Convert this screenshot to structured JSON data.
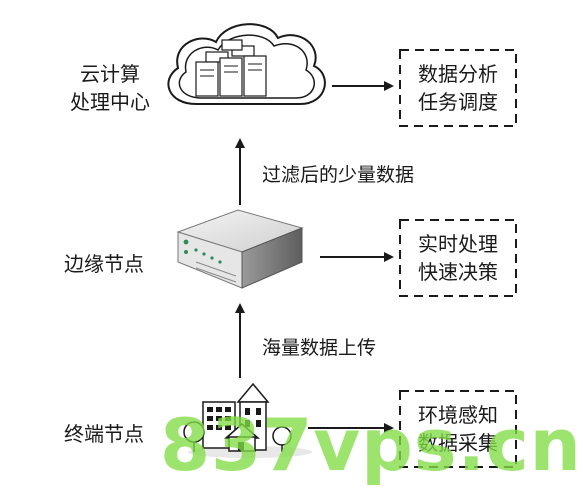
{
  "tiers": [
    {
      "id": "cloud",
      "label_lines": [
        "云计算",
        "处理中心"
      ]
    },
    {
      "id": "edge",
      "label_lines": [
        "边缘节点"
      ]
    },
    {
      "id": "terminal",
      "label_lines": [
        "终端节点"
      ]
    }
  ],
  "flows": [
    {
      "id": "edge-to-cloud",
      "label": "过滤后的少量数据"
    },
    {
      "id": "terminal-to-edge",
      "label": "海量数据上传"
    }
  ],
  "tasks": [
    {
      "id": "cloud-task",
      "lines": [
        "数据分析",
        "任务调度"
      ]
    },
    {
      "id": "edge-task",
      "lines": [
        "实时处理",
        "快速决策"
      ]
    },
    {
      "id": "terminal-task",
      "lines": [
        "环境感知",
        "数据采集"
      ]
    }
  ],
  "icons": {
    "cloud": "cloud-server-icon",
    "edge": "edge-server-icon",
    "terminal": "buildings-icon"
  },
  "colors": {
    "line": "#1a1a1a",
    "edge_server_accent": "#2e8b57",
    "watermark": "#82dc46"
  },
  "watermark": "837vps.cn"
}
